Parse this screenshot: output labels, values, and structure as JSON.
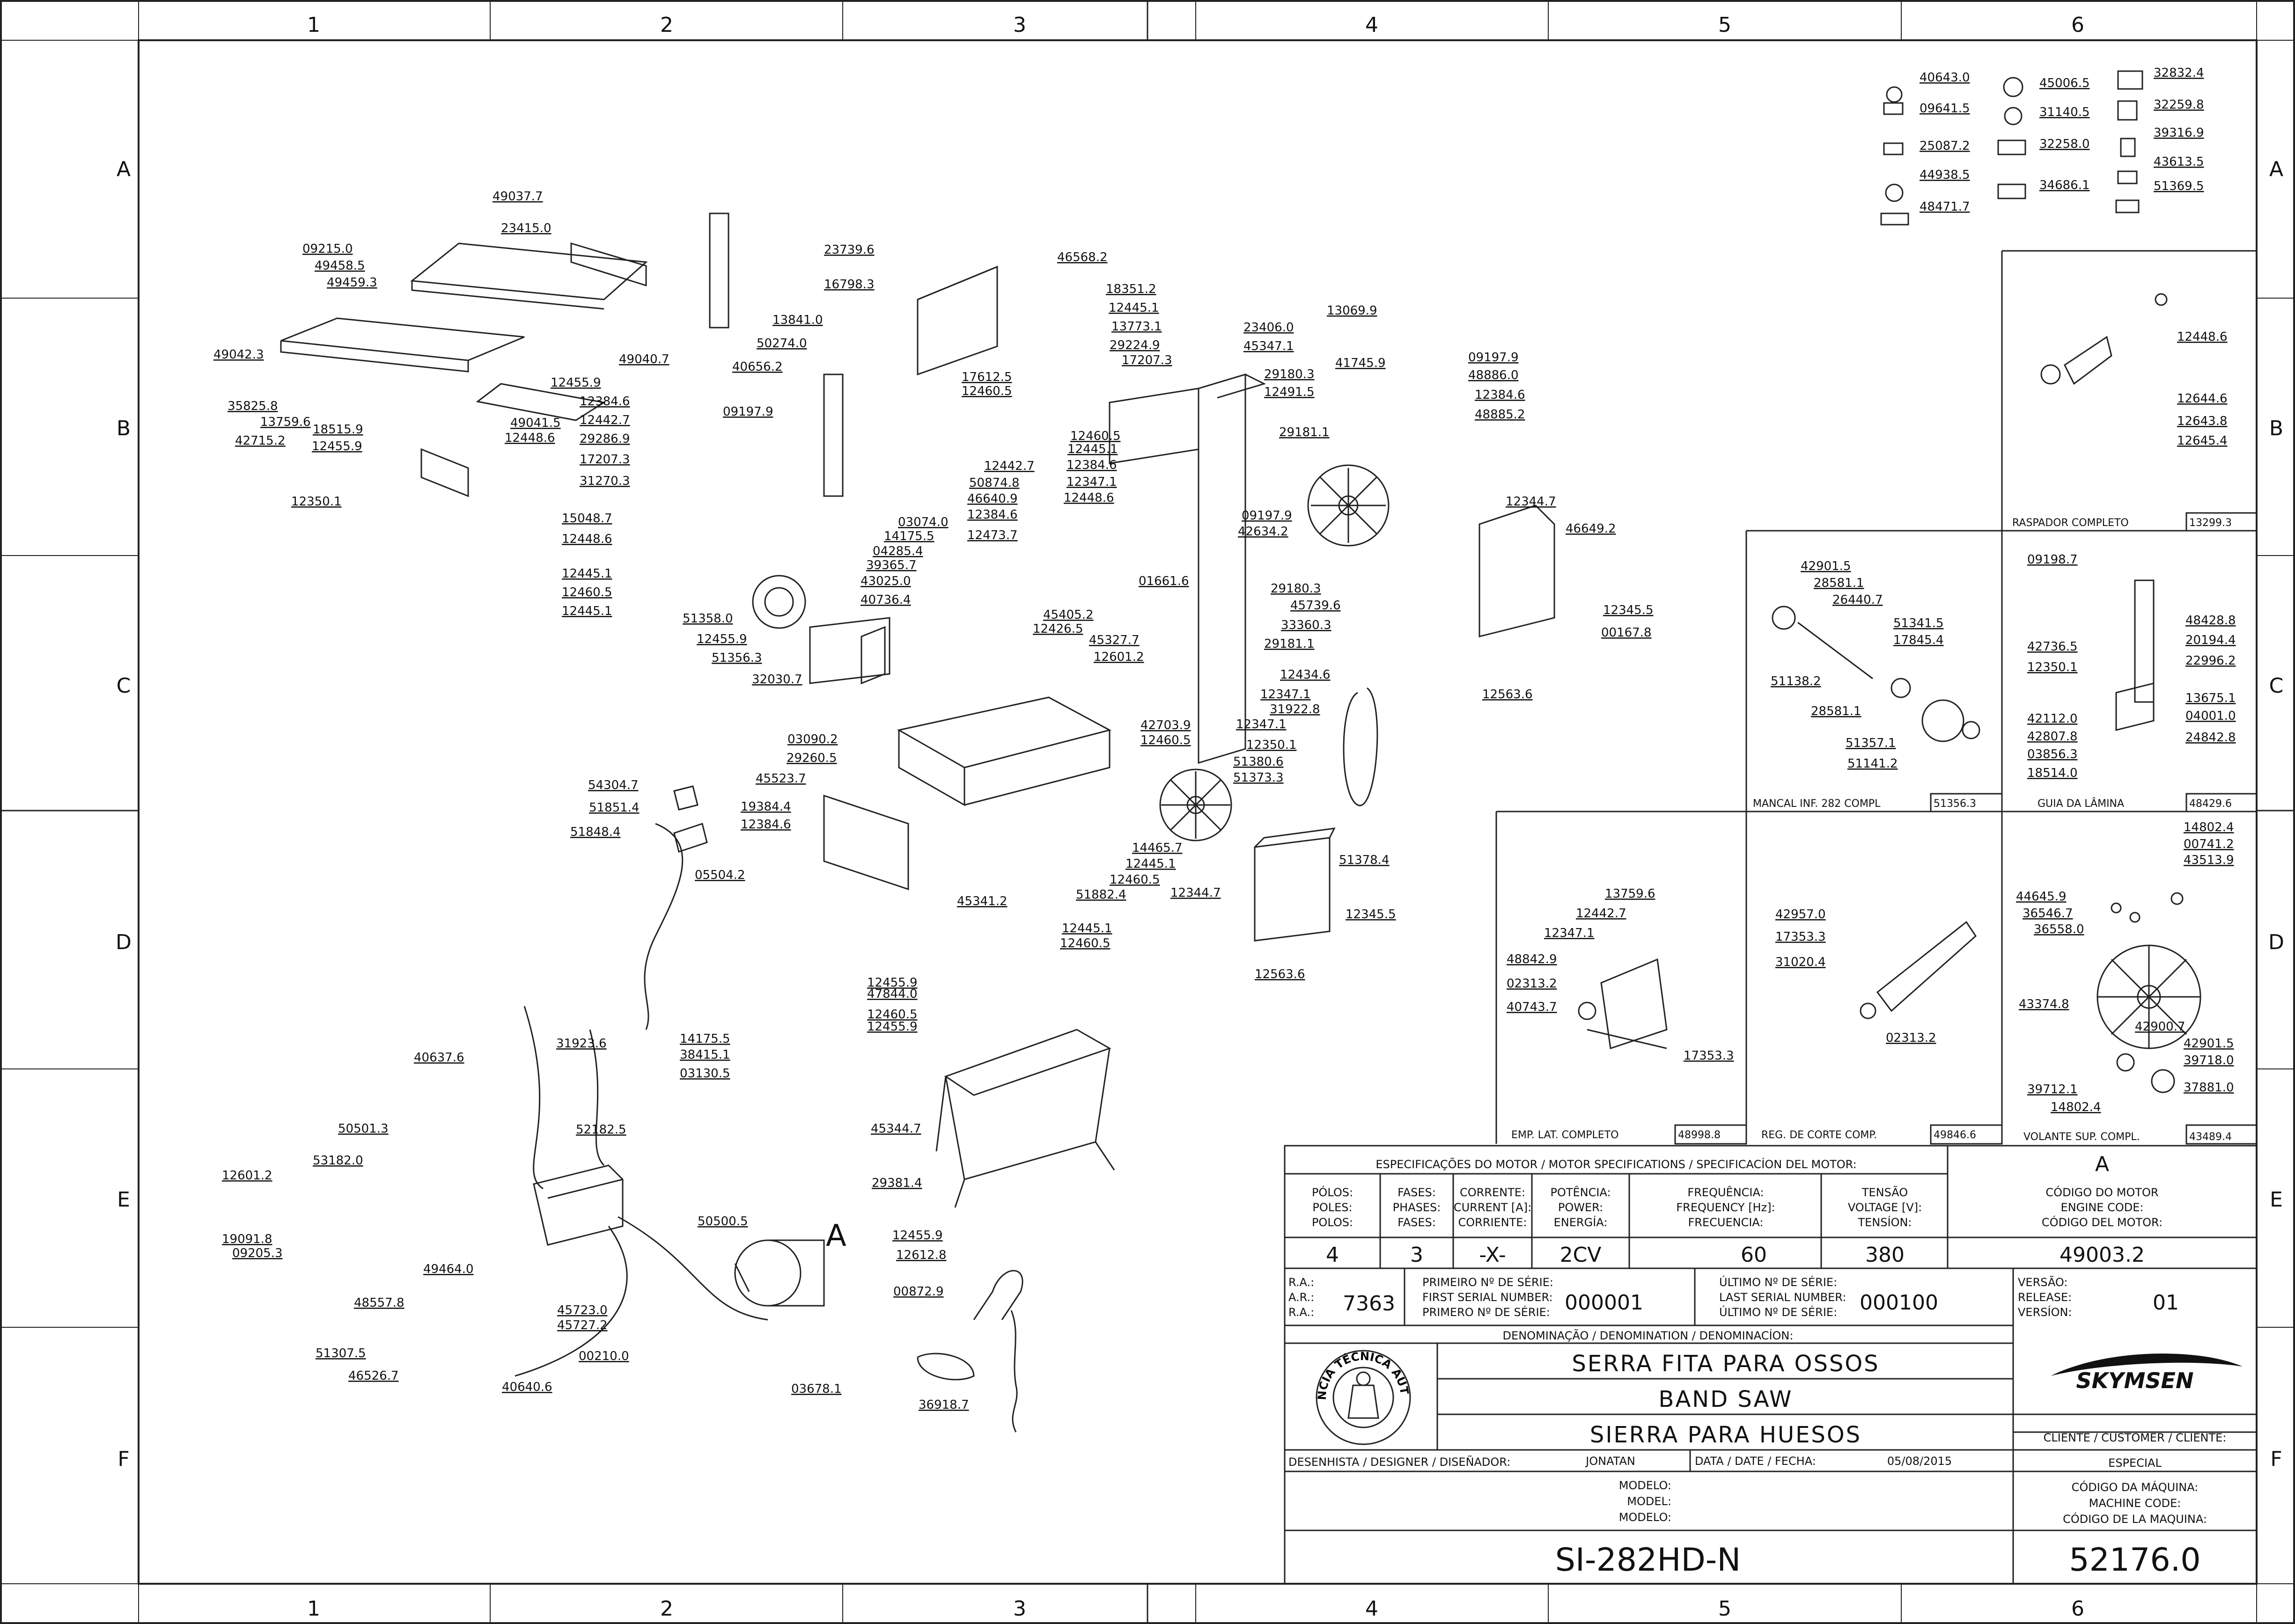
{
  "grid": {
    "columns": [
      "1",
      "2",
      "3",
      "4",
      "5",
      "6"
    ],
    "rows": [
      "A",
      "B",
      "C",
      "D",
      "E",
      "F"
    ]
  },
  "legend_top_right": [
    "40643.0",
    "09641.5",
    "25087.2",
    "44938.5",
    "48471.7",
    "45006.5",
    "31140.5",
    "32258.0",
    "34686.1",
    "32832.4",
    "32259.8",
    "39316.9",
    "43613.5",
    "51369.5"
  ],
  "parts": [
    "09215.0",
    "49458.5",
    "49459.3",
    "49042.3",
    "49037.7",
    "23415.0",
    "49040.7",
    "12455.9",
    "35825.8",
    "13759.6",
    "42715.2",
    "18515.9",
    "12455.9",
    "49041.5",
    "12448.6",
    "12350.1",
    "13841.0",
    "50274.0",
    "40656.2",
    "09197.9",
    "12384.6",
    "12442.7",
    "29286.9",
    "17207.3",
    "31270.3",
    "15048.7",
    "12448.6",
    "12445.1",
    "12460.5",
    "12445.1",
    "51358.0",
    "12455.9",
    "51356.3",
    "32030.7",
    "23739.6",
    "16798.3",
    "46568.2",
    "18351.2",
    "12445.1",
    "13773.1",
    "29224.9",
    "17207.3",
    "17612.5",
    "12460.5",
    "23406.0",
    "45347.1",
    "29180.3",
    "12491.5",
    "12460.5",
    "12445.1",
    "12384.6",
    "12347.1",
    "12448.6",
    "29181.1",
    "12442.7",
    "50874.8",
    "46640.9",
    "12384.6",
    "12473.7",
    "03074.0",
    "14175.5",
    "04285.4",
    "39365.7",
    "43025.0",
    "40736.4",
    "45405.2",
    "12426.5",
    "01661.6",
    "45327.7",
    "12601.2",
    "09197.9",
    "42634.2",
    "29180.3",
    "45739.6",
    "33360.3",
    "29181.1",
    "12434.6",
    "12347.1",
    "31922.8",
    "12347.1",
    "12350.1",
    "42703.9",
    "12460.5",
    "51380.6",
    "51373.3",
    "03090.2",
    "29260.5",
    "45523.7",
    "19384.4",
    "12384.6",
    "45341.2",
    "51882.4",
    "12460.5",
    "12445.1",
    "14465.7",
    "13069.9",
    "41745.9",
    "09197.9",
    "48886.0",
    "12384.6",
    "48885.2",
    "12344.7",
    "46649.2",
    "12345.5",
    "00167.8",
    "12563.6",
    "51378.4",
    "12344.7",
    "12345.5",
    "12563.6",
    "54304.7",
    "51851.4",
    "51848.4",
    "05504.2",
    "40637.6",
    "31923.6",
    "14175.5",
    "38415.1",
    "03130.5",
    "12445.1",
    "12460.5",
    "12455.9",
    "47844.0",
    "12460.5",
    "12455.9",
    "45344.7",
    "29381.4",
    "50501.3",
    "53182.0",
    "12601.2",
    "52182.5",
    "19091.8",
    "09205.3",
    "49464.0",
    "48557.8",
    "45723.0",
    "45727.2",
    "51307.5",
    "46526.7",
    "40640.6",
    "00210.0",
    "50500.5",
    "03678.1",
    "12455.9",
    "12612.8",
    "00872.9",
    "36918.7"
  ],
  "motor_label": "A",
  "insets": [
    {
      "name": "RASPADOR COMPLETO",
      "code": "13299.3",
      "parts": [
        "12448.6",
        "12644.6",
        "12643.8",
        "12645.4"
      ]
    },
    {
      "name": "MANCAL INF. 282 COMPL",
      "code": "51356.3",
      "parts": [
        "42901.5",
        "28581.1",
        "26440.7",
        "51341.5",
        "17845.4",
        "51138.2",
        "28581.1",
        "51357.1",
        "51141.2"
      ]
    },
    {
      "name": "GUIA DA LÂMINA",
      "code": "48429.6",
      "parts": [
        "09198.7",
        "48428.8",
        "20194.4",
        "22996.2",
        "42736.5",
        "12350.1",
        "13675.1",
        "04001.0",
        "42112.0",
        "42807.8",
        "03856.3",
        "24842.8",
        "18514.0"
      ]
    },
    {
      "name": "EMP. LAT. COMPLETO",
      "code": "48998.8",
      "parts": [
        "13759.6",
        "12442.7",
        "12347.1",
        "48842.9",
        "02313.2",
        "40743.7",
        "17353.3"
      ]
    },
    {
      "name": "REG. DE CORTE COMP.",
      "code": "49846.6",
      "parts": [
        "42957.0",
        "17353.3",
        "31020.4",
        "02313.2"
      ]
    },
    {
      "name": "VOLANTE SUP. COMPL.",
      "code": "43489.4",
      "parts": [
        "14802.4",
        "00741.2",
        "43513.9",
        "44645.9",
        "36546.7",
        "36558.0",
        "43374.8",
        "42900.7",
        "42901.5",
        "39718.0",
        "39712.1",
        "14802.4",
        "37881.0"
      ]
    }
  ],
  "title_block": {
    "motor_spec_header": "ESPECIFICAÇÕES DO MOTOR / MOTOR SPECIFICATIONS / SPECIFICACÍON DEL MOTOR:",
    "motor_code_letter": "A",
    "spec_headers": [
      [
        "PÓLOS:",
        "POLES:",
        "POLOS:"
      ],
      [
        "FASES:",
        "PHASES:",
        "FASES:"
      ],
      [
        "CORRENTE:",
        "CURRENT [A]:",
        "CORRIENTE:"
      ],
      [
        "POTÊNCIA:",
        "POWER:",
        "ENERGÍA:"
      ],
      [
        "FREQUÊNCIA:",
        "FREQUENCY [Hz]:",
        "FRECUENCIA:"
      ],
      [
        "TENSÃO",
        "VOLTAGE [V]:",
        "TENSÍON:"
      ],
      [
        "CÓDIGO DO MOTOR",
        "ENGINE CODE:",
        "CÓDIGO DEL MOTOR:"
      ]
    ],
    "spec_values": [
      "4",
      "3",
      "-X-",
      "2CV",
      "60",
      "380",
      "49003.2"
    ],
    "ra_labels": [
      "R.A.:",
      "A.R.:",
      "R.A.:"
    ],
    "ra_value": "7363",
    "first_serial_labels": [
      "PRIMEIRO Nº DE SÉRIE:",
      "FIRST SERIAL NUMBER:",
      "PRIMERO Nº DE SÉRIE:"
    ],
    "first_serial": "000001",
    "last_serial_labels": [
      "ÚLTIMO Nº DE SÉRIE:",
      "LAST SERIAL NUMBER:",
      "ÚLTIMO Nº DE SÉRIE:"
    ],
    "last_serial": "000100",
    "version_labels": [
      "VERSÃO:",
      "RELEASE:",
      "VERSÍON:"
    ],
    "version": "01",
    "denomination_label": "DENOMINAÇÃO / DENOMINATION / DENOMINACÍON:",
    "names": [
      "SERRA FITA PARA OSSOS",
      "BAND SAW",
      "SIERRA PARA HUESOS"
    ],
    "brand": "SKYMSEN",
    "seal_text": "ASSISTÊNCIA TÉCNICA AUTORIZADA",
    "client_label": "CLIENTE / CUSTOMER / CLIENTE:",
    "client_value": "ESPECIAL",
    "designer_label": "DESENHISTA / DESIGNER / DISEÑADOR:",
    "designer": "JONATAN",
    "date_label": "DATA / DATE / FECHA:",
    "date": "05/08/2015",
    "model_labels": [
      "MODELO:",
      "MODEL:",
      "MODELO:"
    ],
    "model": "SI-282HD-N",
    "machine_code_labels": [
      "CÓDIGO DA MÁQUINA:",
      "MACHINE CODE:",
      "CÓDIGO DE LA MAQUINA:"
    ],
    "machine_code": "52176.0"
  }
}
